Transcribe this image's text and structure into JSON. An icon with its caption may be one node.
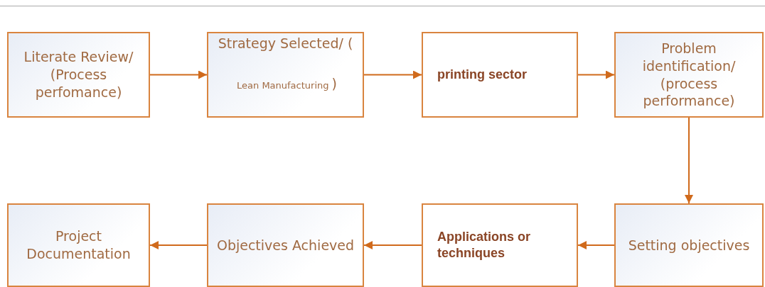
{
  "diagram": {
    "nodes": [
      {
        "text": [
          "Literate Review/ (Process perfomance)"
        ]
      },
      {
        "text": [
          "Strategy Selected/ (",
          "Lean Manufacturing",
          ")"
        ]
      },
      {
        "text": [
          "printing sector"
        ]
      },
      {
        "text": [
          "Problem identification/ (process performance)"
        ]
      },
      {
        "text": [
          "Setting objectives"
        ]
      },
      {
        "text": [
          "Applications or techniques"
        ]
      },
      {
        "text": [
          "Objectives Achieved"
        ]
      },
      {
        "text": [
          "Project Documentation"
        ]
      }
    ],
    "edges": [
      {
        "from": 0,
        "to": 1,
        "arrow": "to"
      },
      {
        "from": 1,
        "to": 2,
        "arrow": "to"
      },
      {
        "from": 2,
        "to": 3,
        "arrow": "to"
      },
      {
        "from": 3,
        "to": 4,
        "arrow": "to"
      },
      {
        "from": 4,
        "to": 5,
        "arrow": "to"
      },
      {
        "from": 5,
        "to": 6,
        "arrow": "to"
      },
      {
        "from": 6,
        "to": 7,
        "arrow": "to"
      }
    ]
  }
}
